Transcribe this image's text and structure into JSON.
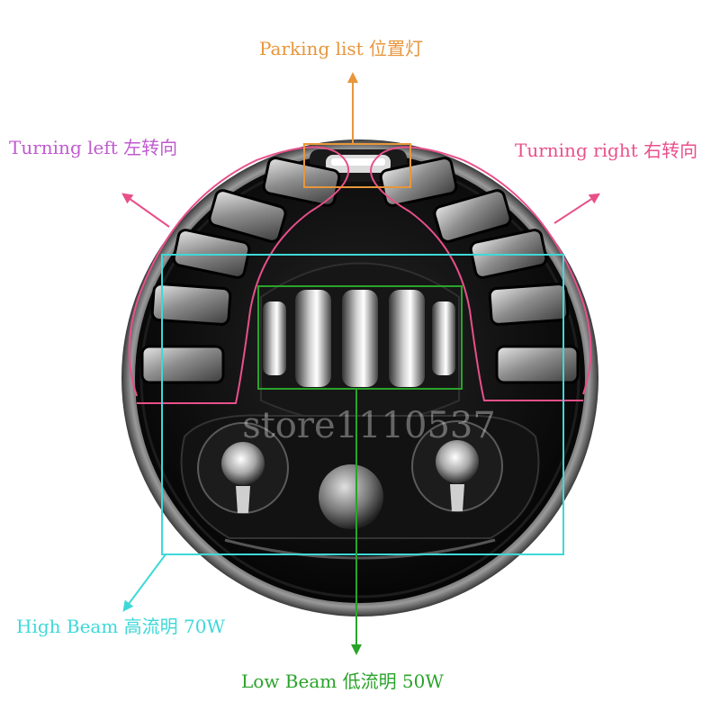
{
  "labels": {
    "parking": "Parking list 位置灯",
    "turning_left": "Turning left 左转向",
    "turning_right": "Turning right 右转向",
    "high_beam": "High Beam 高流明 70W",
    "low_beam": "Low Beam 低流明 50W"
  },
  "watermark": "store1110537",
  "colors": {
    "parking": "#e8963c",
    "turning": "#c05ad0",
    "turning_outline": "#e8508a",
    "high_beam": "#3fd8d8",
    "low_beam": "#2aa32a",
    "housing": "#111111",
    "background": "#ffffff"
  }
}
